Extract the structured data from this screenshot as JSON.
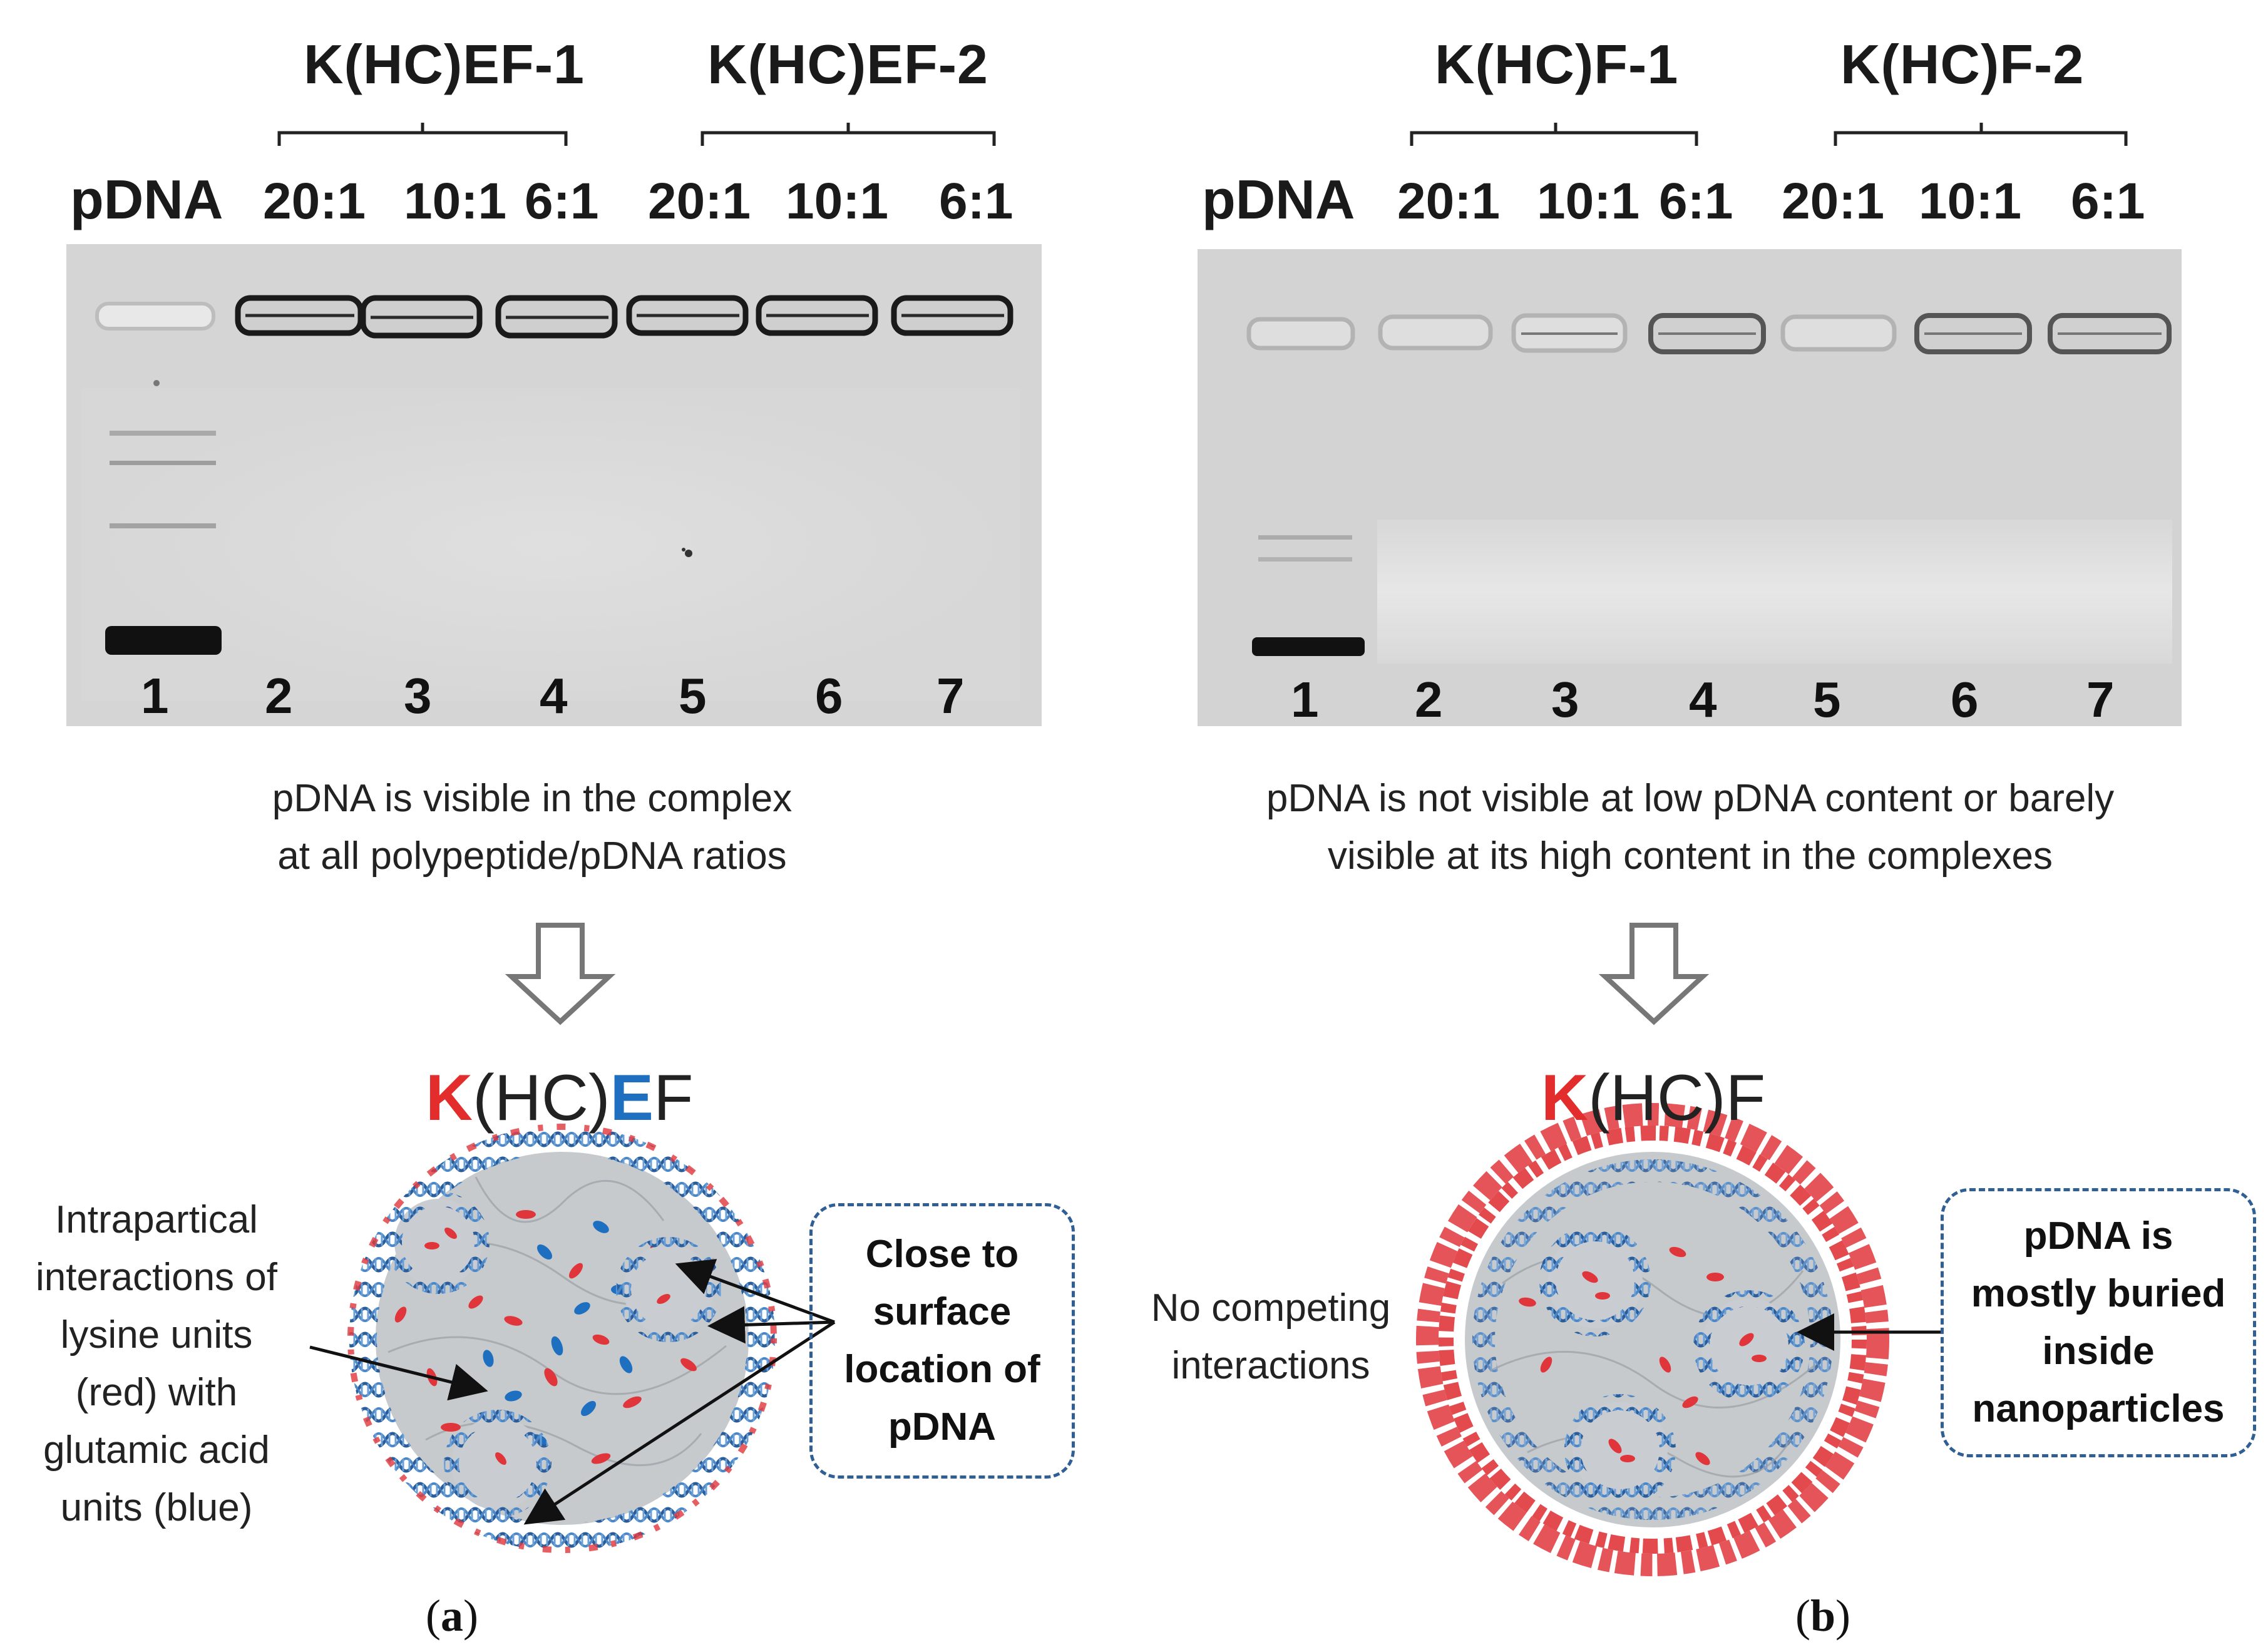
{
  "panels": [
    {
      "id": "a",
      "groups": [
        "K(HC)EF-1",
        "K(HC)EF-2"
      ],
      "lane_header": [
        "pDNA",
        "20:1",
        "10:1",
        "6:1",
        "20:1",
        "10:1",
        "6:1"
      ],
      "lane_numbers": [
        "1",
        "2",
        "3",
        "4",
        "5",
        "6",
        "7"
      ],
      "caption_lines": [
        "pDNA is visible in the complex",
        "at all polypeptide/pDNA ratios"
      ],
      "formula": {
        "k": "K",
        "mid": "(HC)",
        "e": "E",
        "tail": "F"
      },
      "left_text_lines": [
        "Intrapartical",
        "interactions of",
        "lysine units",
        "(red) with",
        "glutamic acid",
        "units  (blue)"
      ],
      "box_lines": [
        "Close to",
        "surface",
        "location of",
        "pDNA"
      ],
      "label": {
        "open": "(",
        "letter": "a",
        "close": ")"
      }
    },
    {
      "id": "b",
      "groups": [
        "K(HC)F-1",
        "K(HC)F-2"
      ],
      "lane_header": [
        "pDNA",
        "20:1",
        "10:1",
        "6:1",
        "20:1",
        "10:1",
        "6:1"
      ],
      "lane_numbers": [
        "1",
        "2",
        "3",
        "4",
        "5",
        "6",
        "7"
      ],
      "caption_lines": [
        "pDNA is not visible at low pDNA content or barely",
        "visible at its high content in the complexes"
      ],
      "formula": {
        "k": "K",
        "mid": "(HC)",
        "tail": "F"
      },
      "left_text_lines": [
        "No competing",
        "interactions"
      ],
      "box_lines": [
        "pDNA is",
        "mostly buried",
        "inside",
        "nanoparticles"
      ],
      "label": {
        "open": "(",
        "letter": "b",
        "close": ")"
      }
    }
  ],
  "colors": {
    "lysine": "#e0363b",
    "glutamic": "#1f6fc0",
    "dna": "#2a5c9a",
    "gel": "#d6d6d6"
  }
}
